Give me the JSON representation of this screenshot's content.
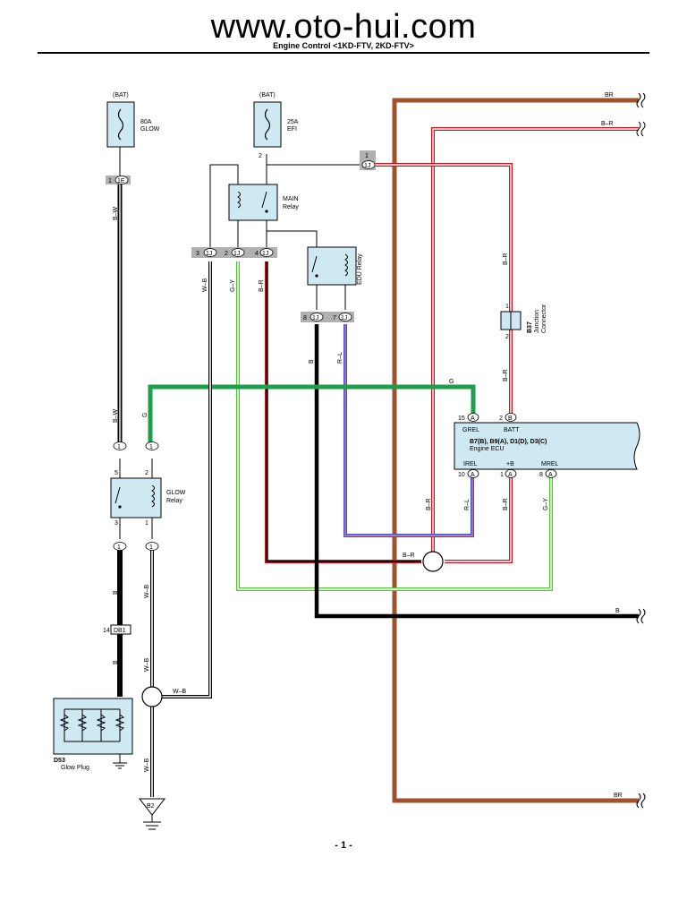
{
  "header": {
    "site_url": "www.oto-hui.com",
    "subtitle": "Engine Control <1KD-FTV, 2KD-FTV>"
  },
  "fuses": [
    {
      "source": "(BAT)",
      "rating": "80A",
      "name": "GLOW"
    },
    {
      "source": "(BAT)",
      "rating": "25A",
      "name": "EFI"
    }
  ],
  "relays": {
    "main": {
      "line1": "MAIN",
      "line2": "Relay"
    },
    "edu": {
      "name": "EDU Relay"
    },
    "glow": {
      "line1": "GLOW",
      "line2": "Relay"
    }
  },
  "connectors": {
    "c_1e": {
      "pin": "1",
      "id": "1E"
    },
    "efi_pin": "2",
    "c_1j_top": {
      "pin": "1",
      "id": "1J"
    },
    "c_1j_3": {
      "pin": "3",
      "id": "1J"
    },
    "c_1j_2": {
      "pin": "2",
      "id": "1J"
    },
    "c_1j_4": {
      "pin": "4",
      "id": "1J"
    },
    "c_1j_8": {
      "pin": "8",
      "id": "1J"
    },
    "c_1j_7": {
      "pin": "7",
      "id": "1J"
    },
    "c_i1_a": "1",
    "c_i1_b": "1",
    "c_i1_c": "1",
    "c_i1_d": "1",
    "glow_relay_pins": [
      "5",
      "2",
      "3",
      "1"
    ],
    "db1": {
      "pin": "14",
      "id": "DB1"
    },
    "b37": {
      "id": "B37",
      "name_line1": "Junction",
      "name_line2": "Connector",
      "pin_top": "1",
      "pin_bottom": "2"
    },
    "ground": "B2"
  },
  "ecu": {
    "title": "B7(B), B9(A), D1(D), D3(C)",
    "name": "Engine ECU",
    "top_pins": [
      {
        "num": "15",
        "conn": "A",
        "label": "GREL"
      },
      {
        "num": "2",
        "conn": "B",
        "label": "BATT"
      }
    ],
    "bottom_pins": [
      {
        "num": "10",
        "conn": "A",
        "label": "IREL"
      },
      {
        "num": "1",
        "conn": "A",
        "label": "+B"
      },
      {
        "num": "8",
        "conn": "A",
        "label": "MREL"
      }
    ]
  },
  "glow_plug": {
    "id": "D53",
    "name": "Glow Plug"
  },
  "wire_colors": {
    "bw_1": "B–W",
    "bw_2": "B–W",
    "g_left": "G",
    "g_top": "G",
    "wb_1": "W–B",
    "gy_1": "G–Y",
    "br_1": "B–R",
    "b_1": "B",
    "rl_1": "R–L",
    "br_2": "B–R",
    "br_3": "B–R",
    "rl_2": "R–L",
    "br_4": "B–R",
    "gy_2": "G–Y",
    "br_5": "B–R",
    "b_2": "B",
    "b_3": "B",
    "wb_2": "W–B",
    "wb_3": "W–B",
    "wb_4": "W–B",
    "wb_5": "W–B",
    "b_right": "B",
    "br_top": "BR",
    "bminusr_top": "B–R",
    "br_bottom": "BR"
  },
  "colors": {
    "brown": "#a0522d",
    "green": "#1ea04a",
    "black": "#000000",
    "component_fill": "#cfe9f3",
    "red": "#c8141e",
    "pink": "#e8b0b4",
    "blue": "#3c4fd6",
    "light_green": "#54c436",
    "connector_fill": "#b0b0b0"
  },
  "page": {
    "number": "- 1 -"
  }
}
